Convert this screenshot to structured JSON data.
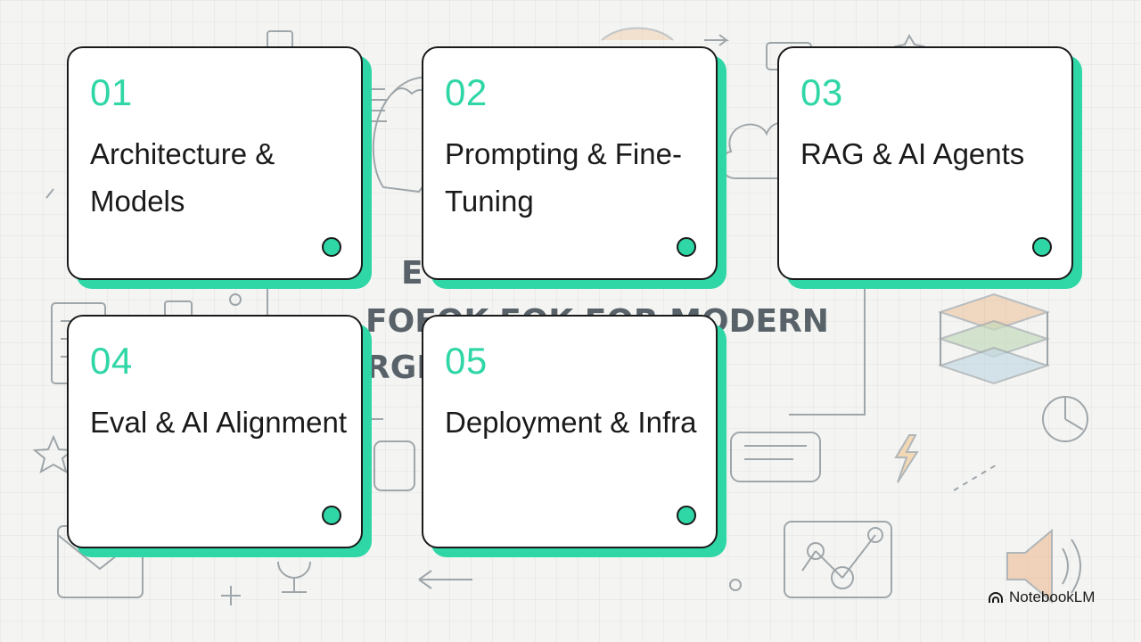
{
  "cards": [
    {
      "number": "01",
      "title": "Architecture & Models"
    },
    {
      "number": "02",
      "title": "Prompting & Fine-Tuning"
    },
    {
      "number": "03",
      "title": "RAG & AI Agents"
    },
    {
      "number": "04",
      "title": "Eval & AI Alignment"
    },
    {
      "number": "05",
      "title": "Deployment & Infra"
    }
  ],
  "background": {
    "title_line1": "E           K",
    "title_line2": "FOFOK-FOK FOR MODERN",
    "title_line3": "RGE           ELS"
  },
  "brand": {
    "name": "NotebookLM",
    "icon": "notebooklm-logo-icon"
  },
  "colors": {
    "accent": "#2fd6a6",
    "outline": "#1a1a1a"
  }
}
